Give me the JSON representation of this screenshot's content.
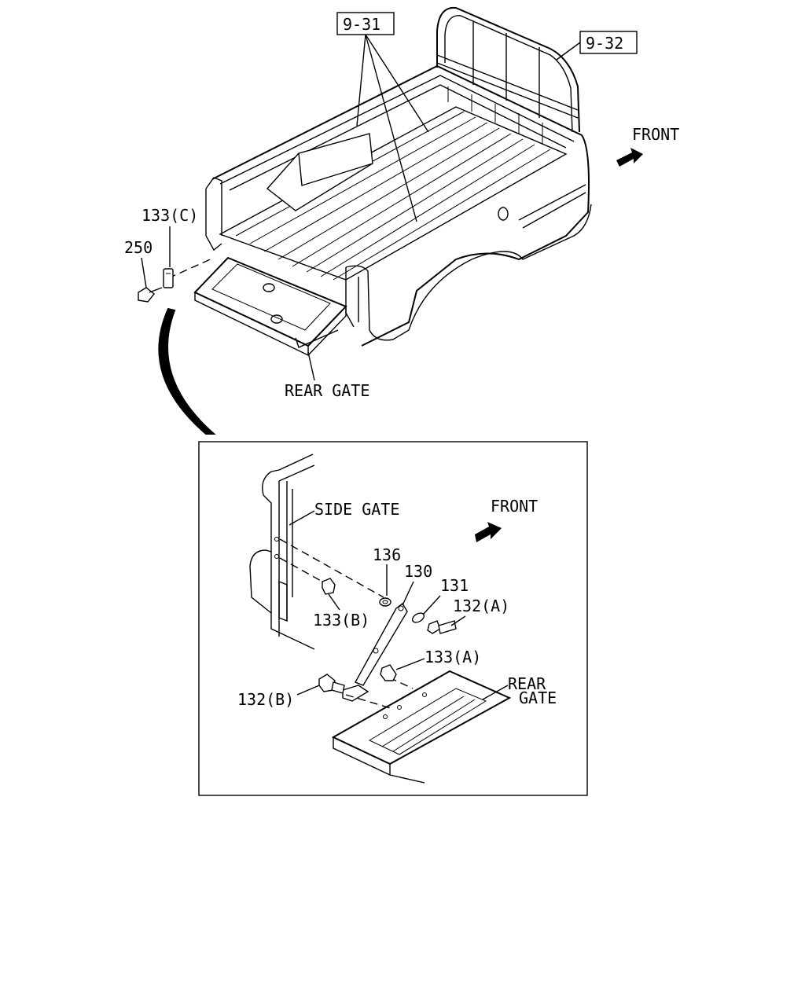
{
  "diagram": {
    "top_view": {
      "callouts": {
        "ref_9_31": "9-31",
        "ref_9_32": "9-32",
        "part_133c": "133(C)",
        "part_250": "250"
      },
      "direction_label": "FRONT",
      "rear_gate_label": "REAR GATE"
    },
    "detail_view": {
      "side_gate_label": "SIDE GATE",
      "direction_label": "FRONT",
      "rear_gate_label_line1": "REAR",
      "rear_gate_label_line2": "GATE",
      "parts": {
        "p136": "136",
        "p130": "130",
        "p131": "131",
        "p132a": "132(A)",
        "p133b": "133(B)",
        "p133a": "133(A)",
        "p132b": "132(B)"
      }
    },
    "icons": [
      "arrow-icon",
      "bolt-icon",
      "clip-icon",
      "washer-icon"
    ]
  }
}
